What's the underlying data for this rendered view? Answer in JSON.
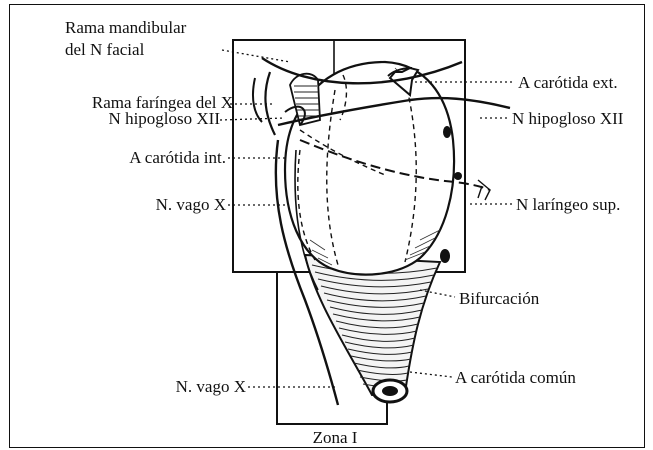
{
  "labels": {
    "rama_mandibular_1": "Rama mandibular",
    "rama_mandibular_2": "del N facial",
    "rama_faringea": "Rama faríngea del X",
    "hipogloso_left": "N hipogloso XII",
    "carotida_int": "A carótida int.",
    "vago_upper": "N. vago X",
    "vago_lower": "N. vago X",
    "carotida_ext": "A carótida ext.",
    "hipogloso_right": "N hipogloso XII",
    "laringeo_sup": "N laríngeo sup.",
    "bifurcacion": "Bifurcación",
    "carotida_comun": "A carótida común",
    "zona": "Zona I"
  }
}
